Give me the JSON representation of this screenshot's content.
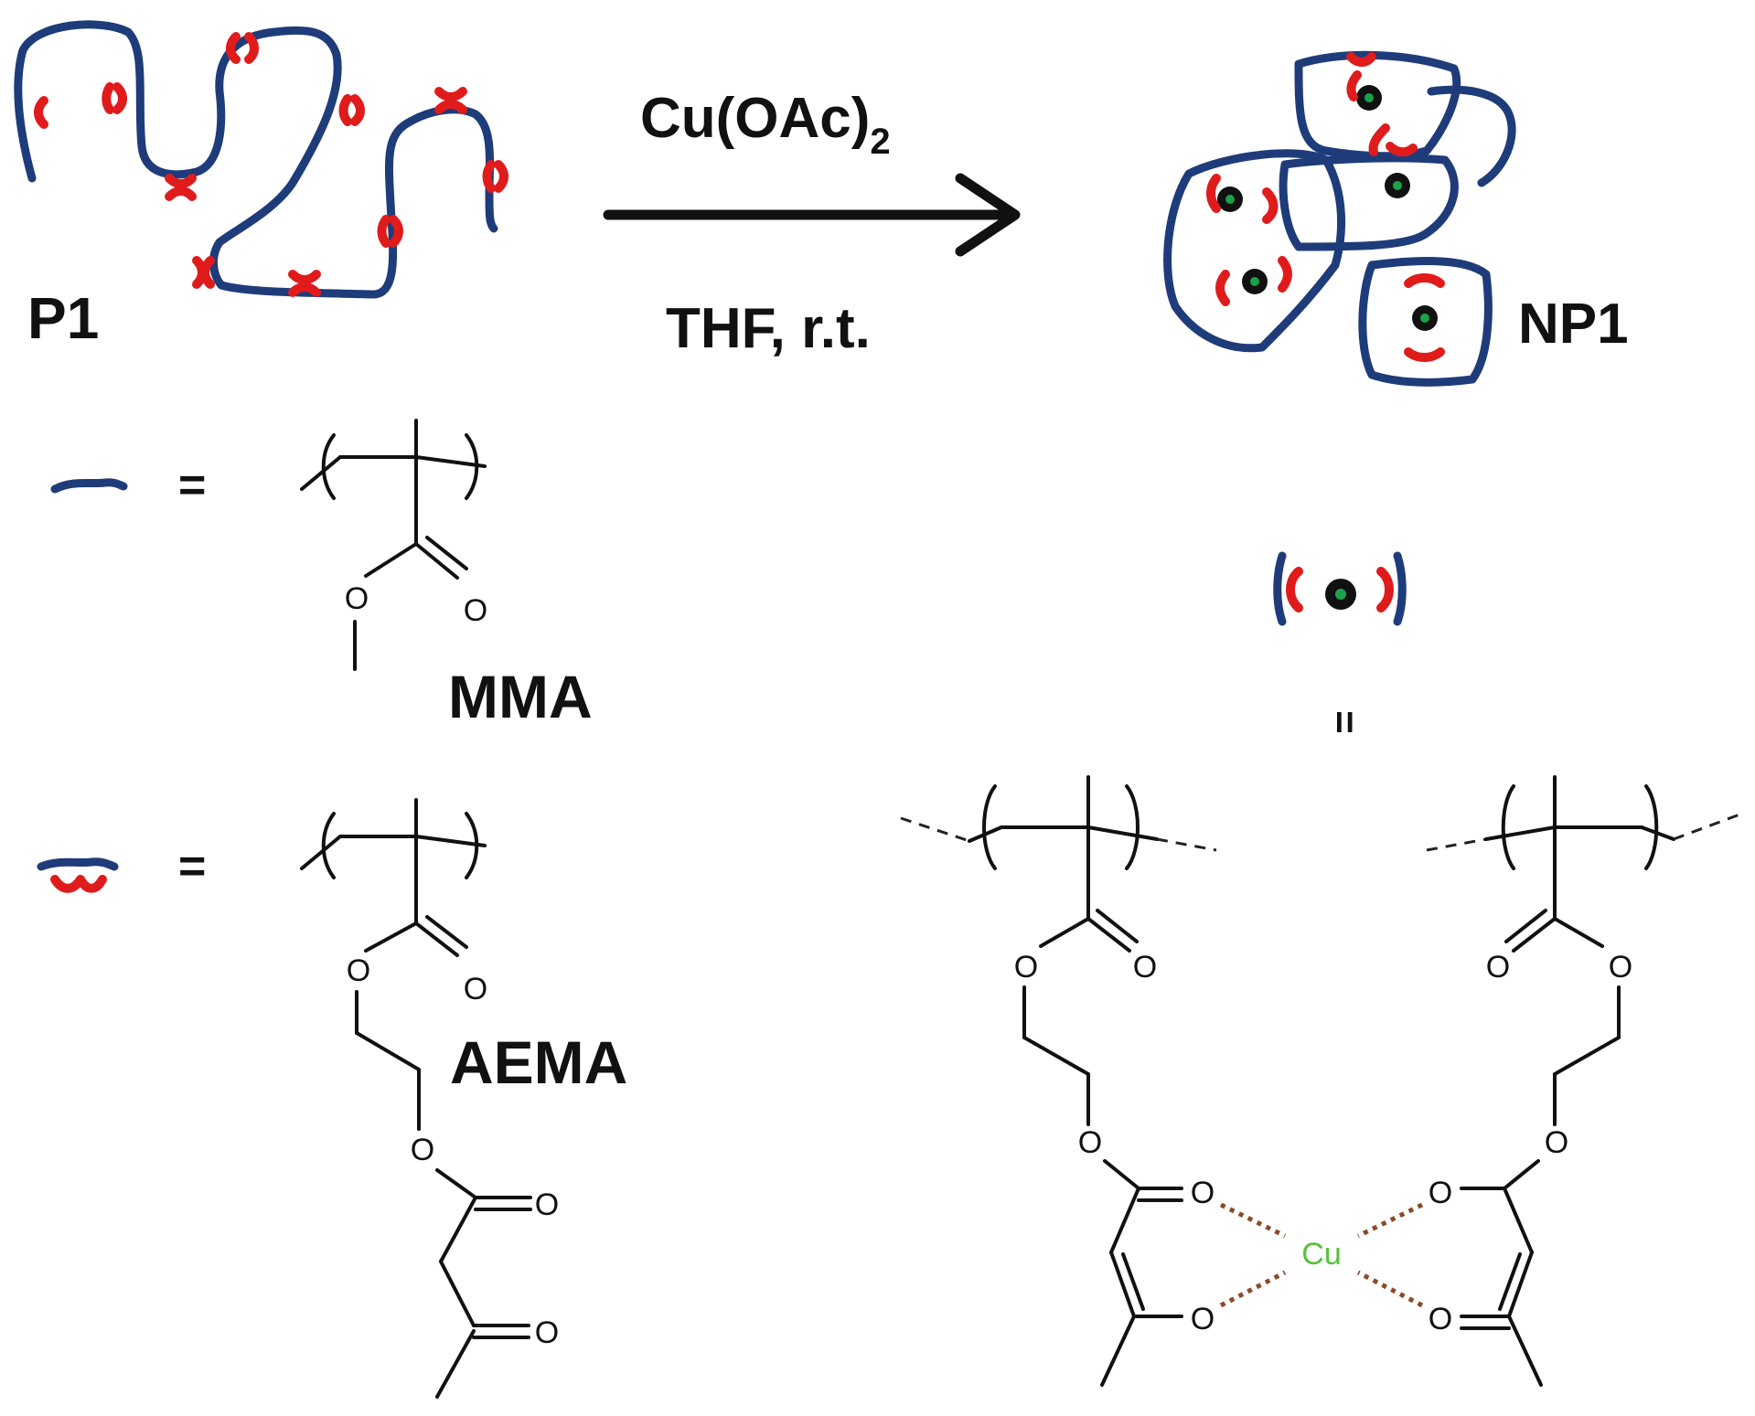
{
  "labels": {
    "p1": "P1",
    "np1": "NP1",
    "reagent": "Cu(OAc)",
    "reagent_subscript": "2",
    "conditions": "THF, r.t.",
    "equals": "=",
    "equals_vertical": "=",
    "mma": "MMA",
    "aema": "AEMA",
    "metal": "Cu"
  },
  "atoms": {
    "oxygen": "O"
  },
  "colors": {
    "chain": "#1f3c7a",
    "ligand": "#e01b1b",
    "metal_center": "#1aa34a",
    "metal_label": "#55c23a",
    "coordination_bond": "#8a4b2b"
  }
}
